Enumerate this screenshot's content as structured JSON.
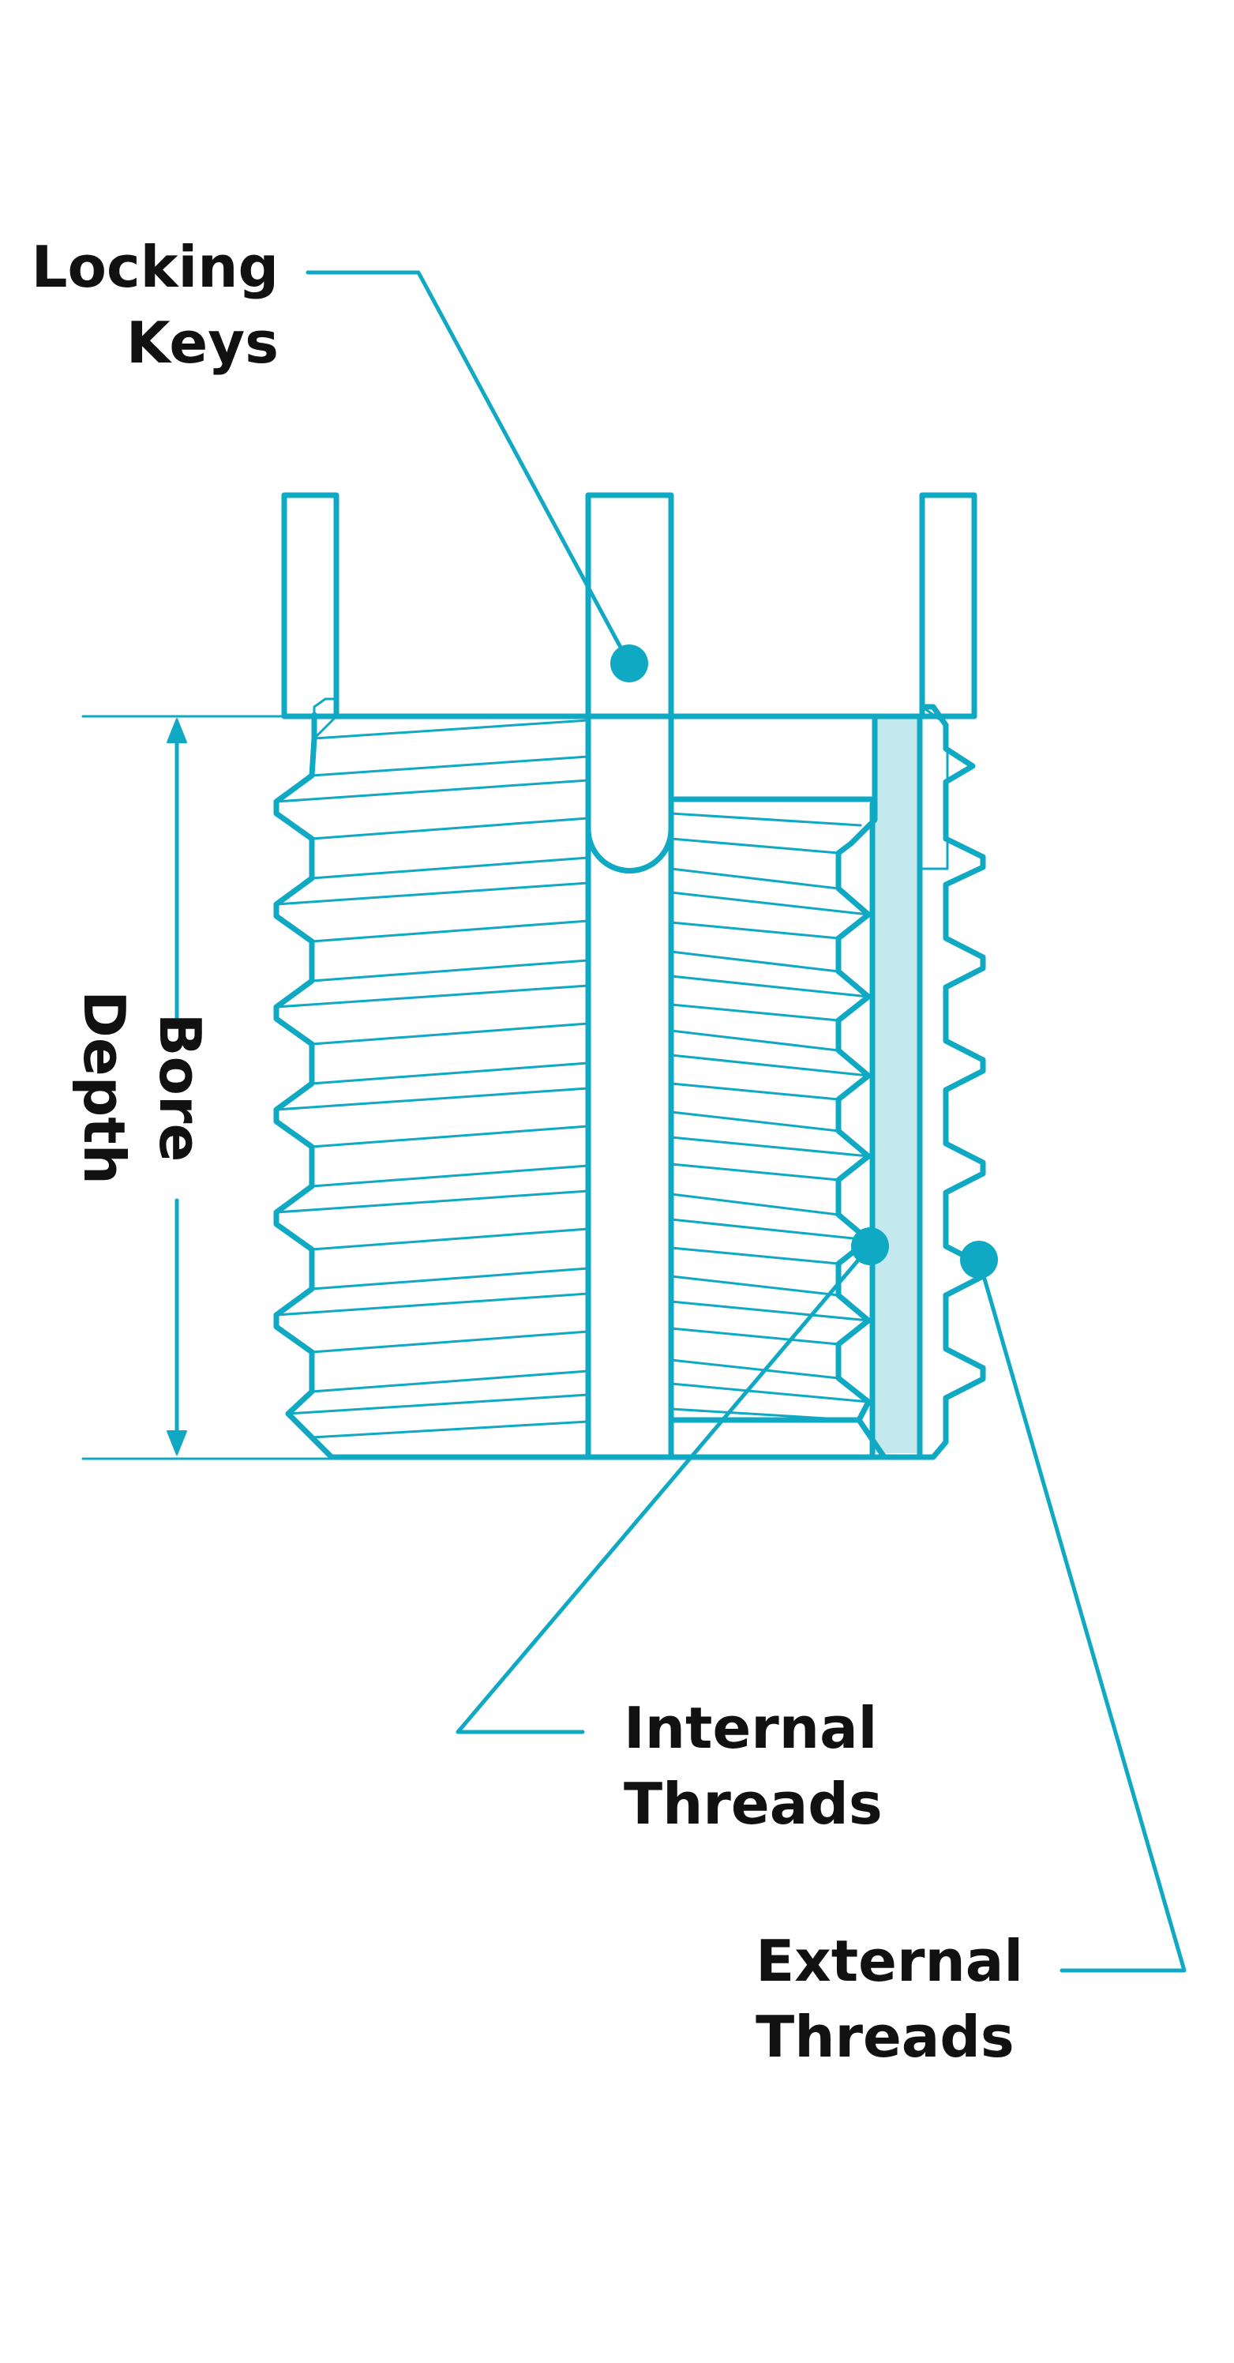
{
  "colors": {
    "accent": "#10a9c4",
    "fill": "#c3e9ef",
    "text": "#111111",
    "background": "#ffffff"
  },
  "labels": {
    "locking_keys": [
      "Locking",
      "Keys"
    ],
    "bore_depth": [
      "Bore",
      "Depth"
    ],
    "internal_threads": [
      "Internal",
      "Threads"
    ],
    "external_threads": [
      "External",
      "Threads"
    ]
  }
}
